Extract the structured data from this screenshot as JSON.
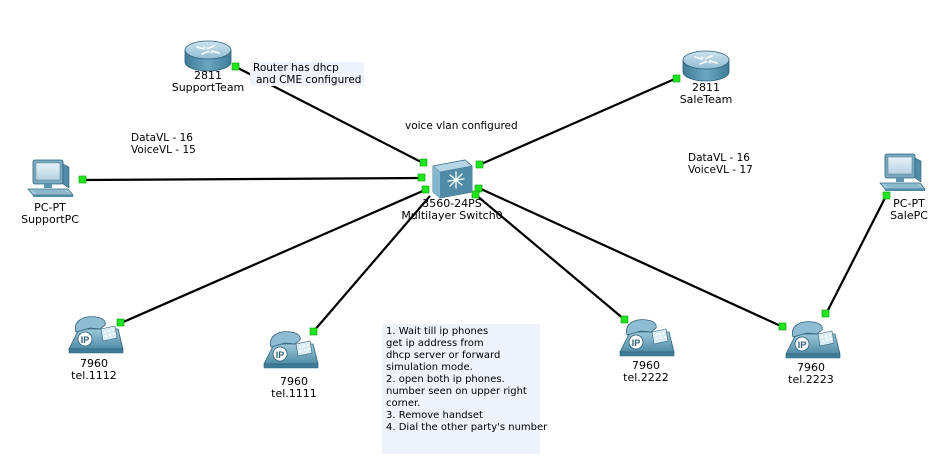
{
  "devices": {
    "support_router": {
      "model": "2811",
      "name": "SupportTeam"
    },
    "sale_router": {
      "model": "2811",
      "name": "SaleTeam"
    },
    "switch": {
      "model": "3560-24PS",
      "name": "Multilayer Switch0"
    },
    "support_pc": {
      "model": "PC-PT",
      "name": "SupportPC"
    },
    "sale_pc": {
      "model": "PC-PT",
      "name": "SalePC"
    },
    "phone_1112": {
      "model": "7960",
      "name": "tel.1112"
    },
    "phone_1111": {
      "model": "7960",
      "name": "tel.1111"
    },
    "phone_2222": {
      "model": "7960",
      "name": "tel.2222"
    },
    "phone_2223": {
      "model": "7960",
      "name": "tel.2223"
    }
  },
  "notes": {
    "router_note": [
      "Router has dhcp",
      "and CME configured"
    ],
    "voice_vlan": "voice vlan configured",
    "support_vlans": [
      "DataVL - 16",
      "VoiceVL - 15"
    ],
    "sale_vlans": [
      "DataVL - 16",
      "VoiceVL - 17"
    ]
  },
  "instructions": [
    "1. Wait till ip phones",
    "get ip address from",
    "dhcp server or forward",
    "simulation mode.",
    "2. open both ip phones.",
    "number seen on upper right",
    "corner.",
    "3. Remove handset",
    "4. Dial the other party's number"
  ],
  "icon_labels": {
    "ip_badge": "IP"
  },
  "colors": {
    "link_up": "#1ee61e",
    "device_blue": "#5a9ab5",
    "note_background": "#eef3fb"
  }
}
